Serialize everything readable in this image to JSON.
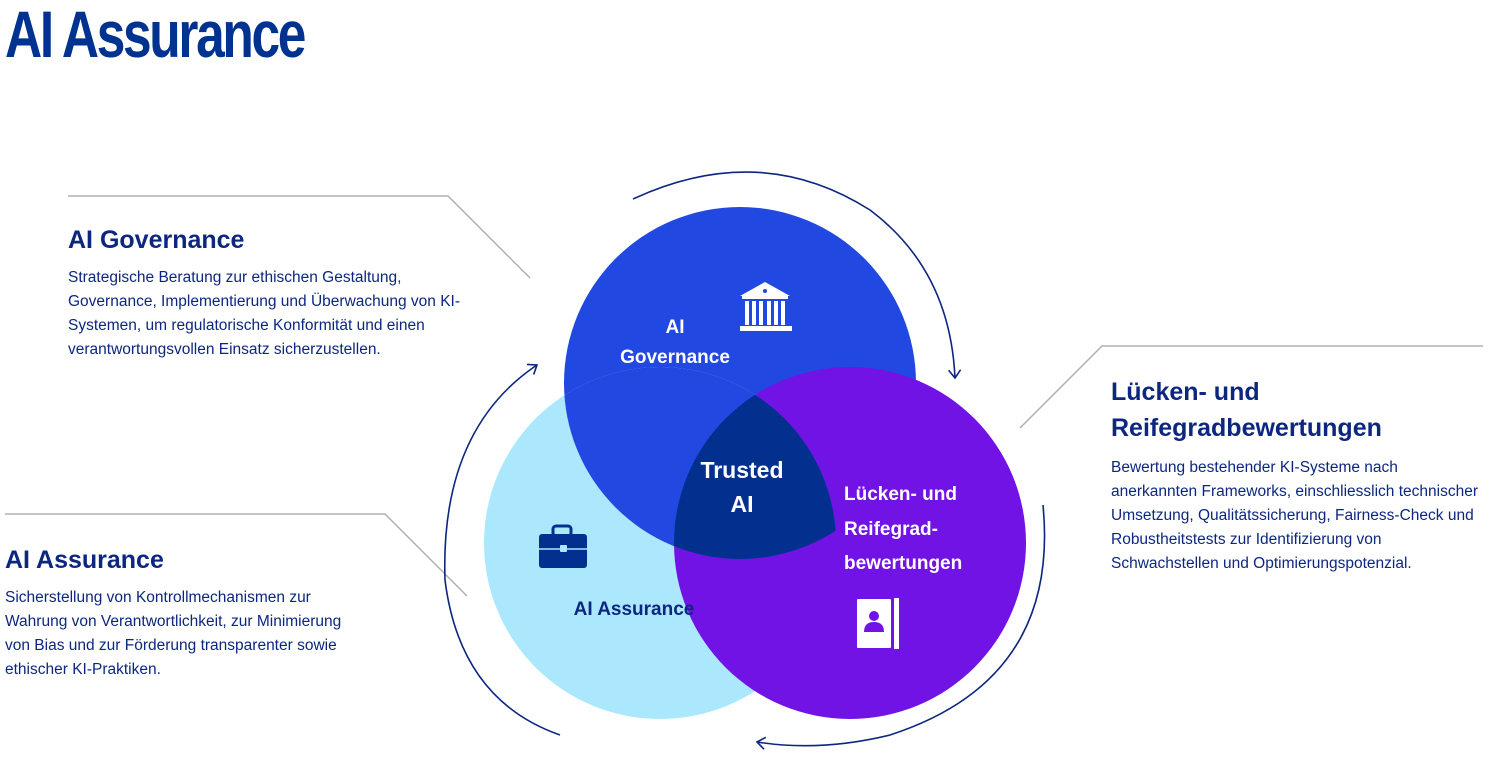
{
  "title": "AI Assurance",
  "sections": {
    "governance": {
      "heading": "AI Governance",
      "body": "Strategische Beratung zur ethischen Gestaltung, Governance, Implementierung und Überwachung von KI-Systemen, um regulatorische Konformität und einen verantwortungsvollen Einsatz sicherzustellen."
    },
    "assurance": {
      "heading": "AI Assurance",
      "body": "Sicherstellung von Kontrollmechanismen zur Wahrung von Verantwortlichkeit, zur Minimierung von Bias und zur Förderung transparenter sowie ethischer KI-Praktiken."
    },
    "gap": {
      "heading_line1": "Lücken- und",
      "heading_line2": "Reifegradbewertungen",
      "body": "Bewertung bestehender KI-Systeme nach anerkannten Frameworks, einschliesslich technischer Umsetzung, Qualitätssicherung, Fairness-Check und Robustheitstests zur Identifizierung von Schwachstellen und Optimierungspotenzial."
    }
  },
  "diagram": {
    "governance_label": [
      "AI",
      "Governance"
    ],
    "assurance_label": "AI Assurance",
    "gap_label": [
      "Lücken- und",
      "Reifegrad-",
      "bewertungen"
    ],
    "center_label": [
      "Trusted",
      "AI"
    ],
    "icons": {
      "governance": "bank-icon",
      "assurance": "briefcase-icon",
      "gap": "contact-book-icon"
    },
    "colors": {
      "governance": "#2148e0",
      "assurance": "#abe8fd",
      "gap": "#7213e6",
      "center": "#03308f",
      "arrows": "#0d2680",
      "leader": "#b0b0b0"
    }
  }
}
